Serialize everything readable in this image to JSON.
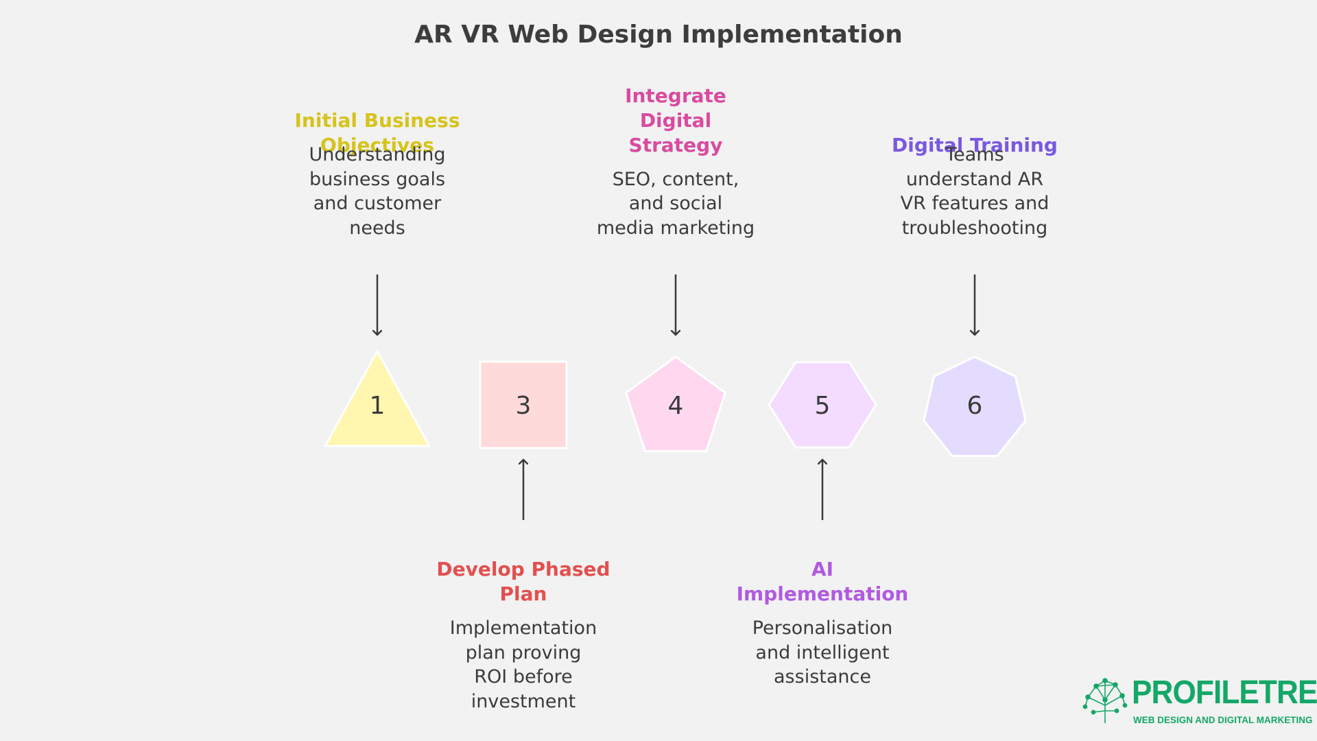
{
  "title": "AR VR Web Design Implementation",
  "steps": [
    {
      "number": "1",
      "shape": "triangle",
      "fill": "#fff6b0",
      "heading_color": "#d6c31c",
      "heading": [
        "Initial Business",
        "Objectives"
      ],
      "description": [
        "Understanding",
        "business goals",
        "and customer",
        "needs"
      ],
      "position": "above"
    },
    {
      "number": "3",
      "shape": "square",
      "fill": "#ffdada",
      "heading_color": "#e34f4f",
      "heading": [
        "Develop Phased",
        "Plan"
      ],
      "description": [
        "Implementation",
        "plan proving",
        "ROI before",
        "investment"
      ],
      "position": "below"
    },
    {
      "number": "4",
      "shape": "pentagon",
      "fill": "#ffd7ef",
      "heading_color": "#d94aa0",
      "heading": [
        "Integrate",
        "Digital",
        "Strategy"
      ],
      "description": [
        "SEO, content,",
        "and social",
        "media marketing"
      ],
      "position": "above"
    },
    {
      "number": "5",
      "shape": "hexagon",
      "fill": "#f3dcff",
      "heading_color": "#b15ae0",
      "heading": [
        "AI",
        "Implementation"
      ],
      "description": [
        "Personalisation",
        "and intelligent",
        "assistance"
      ],
      "position": "below"
    },
    {
      "number": "6",
      "shape": "heptagon",
      "fill": "#e3dcff",
      "heading_color": "#7a58e0",
      "heading": [
        "Digital Training"
      ],
      "description": [
        "Teams",
        "understand AR",
        "VR features and",
        "troubleshooting"
      ],
      "position": "above"
    }
  ],
  "logo": {
    "name": "PROFILETREE",
    "tagline": "WEB DESIGN AND DIGITAL MARKETING",
    "color": "#14a768"
  }
}
